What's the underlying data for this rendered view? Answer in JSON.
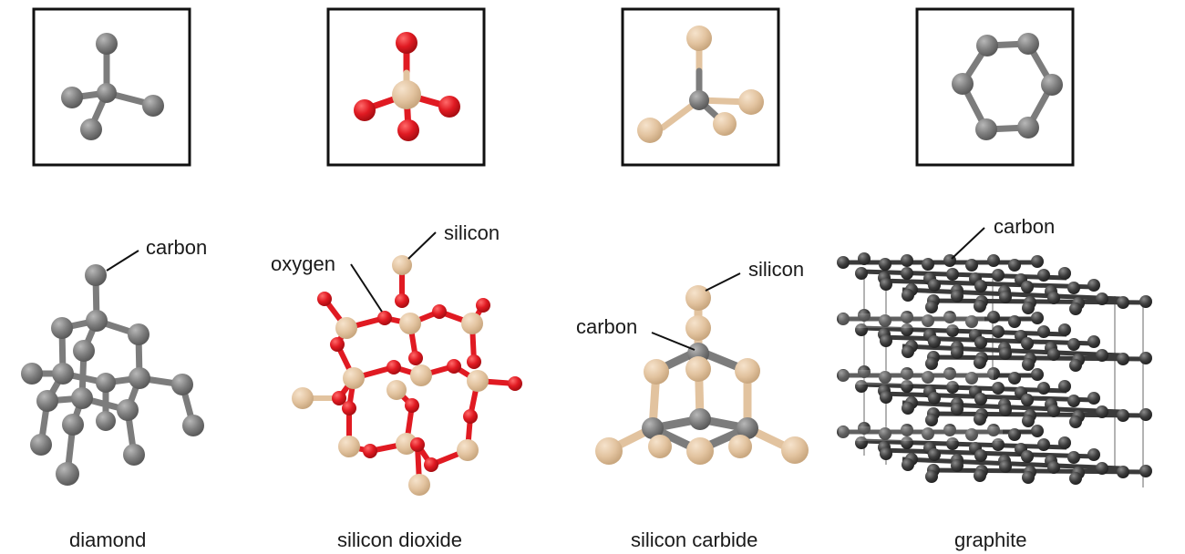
{
  "figure": {
    "panels": [
      {
        "id": "diamond",
        "caption": "diamond",
        "unit_cell": "tetrahedral carbon",
        "labels": [
          "carbon"
        ]
      },
      {
        "id": "silicon-dioxide",
        "caption": "silicon dioxide",
        "unit_cell": "SiO4 tetrahedron",
        "labels": [
          "oxygen",
          "silicon"
        ]
      },
      {
        "id": "silicon-carbide",
        "caption": "silicon carbide",
        "unit_cell": "CSi4 tetrahedron",
        "labels": [
          "carbon",
          "silicon"
        ]
      },
      {
        "id": "graphite",
        "caption": "graphite",
        "unit_cell": "hexagonal carbon ring",
        "labels": [
          "carbon"
        ]
      }
    ],
    "colors": {
      "carbon": "#7a7a7a",
      "graphite_carbon": "#3a3a3a",
      "silicon": "#e2c39f",
      "oxygen": "#e01a22",
      "box": "#111111"
    }
  }
}
